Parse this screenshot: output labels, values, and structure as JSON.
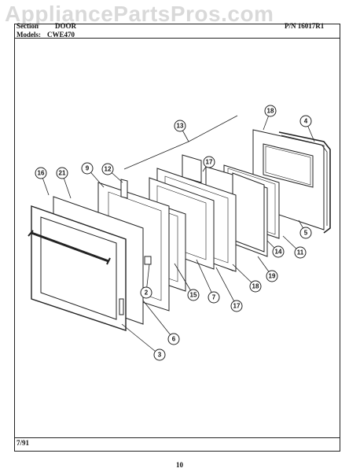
{
  "watermark": "AppliancePartsPros.com",
  "header": {
    "section_label": "Section",
    "section_value": "DOOR",
    "models_label": "Models:",
    "models_value": "CWE470",
    "page_ref": "P/N 16017R1"
  },
  "footer": {
    "date": "7/91",
    "page_number": "10"
  },
  "callouts": [
    "13",
    "18",
    "4",
    "17",
    "16",
    "21",
    "9",
    "12",
    "5",
    "11",
    "14",
    "19",
    "18",
    "17",
    "7",
    "15",
    "2",
    "6",
    "3"
  ]
}
